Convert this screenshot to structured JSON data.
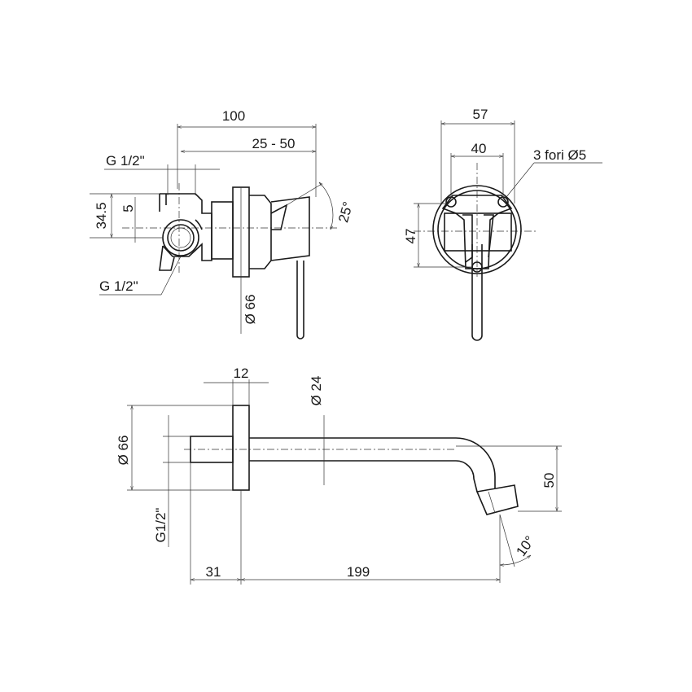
{
  "dimensions": {
    "mixer_depth": "100",
    "adjust_range": "25 - 50",
    "inlet_thread_top": "G 1/2\"",
    "inlet_thread_bottom": "G 1/2\"",
    "mixer_height": "34.5",
    "offset": "5",
    "lever_angle": "25°",
    "plate_diameter_mixer": "Ø 66",
    "plate_width": "57",
    "hole_spacing": "40",
    "holes_note": "3 fori Ø5",
    "plate_height": "47",
    "spout_plate_thickness": "12",
    "spout_diameter": "Ø 24",
    "plate_diameter_spout": "Ø 66",
    "spout_thread": "G1/2\"",
    "spout_drop": "50",
    "spout_angle": "10°",
    "thread_length": "31",
    "spout_length": "199"
  }
}
